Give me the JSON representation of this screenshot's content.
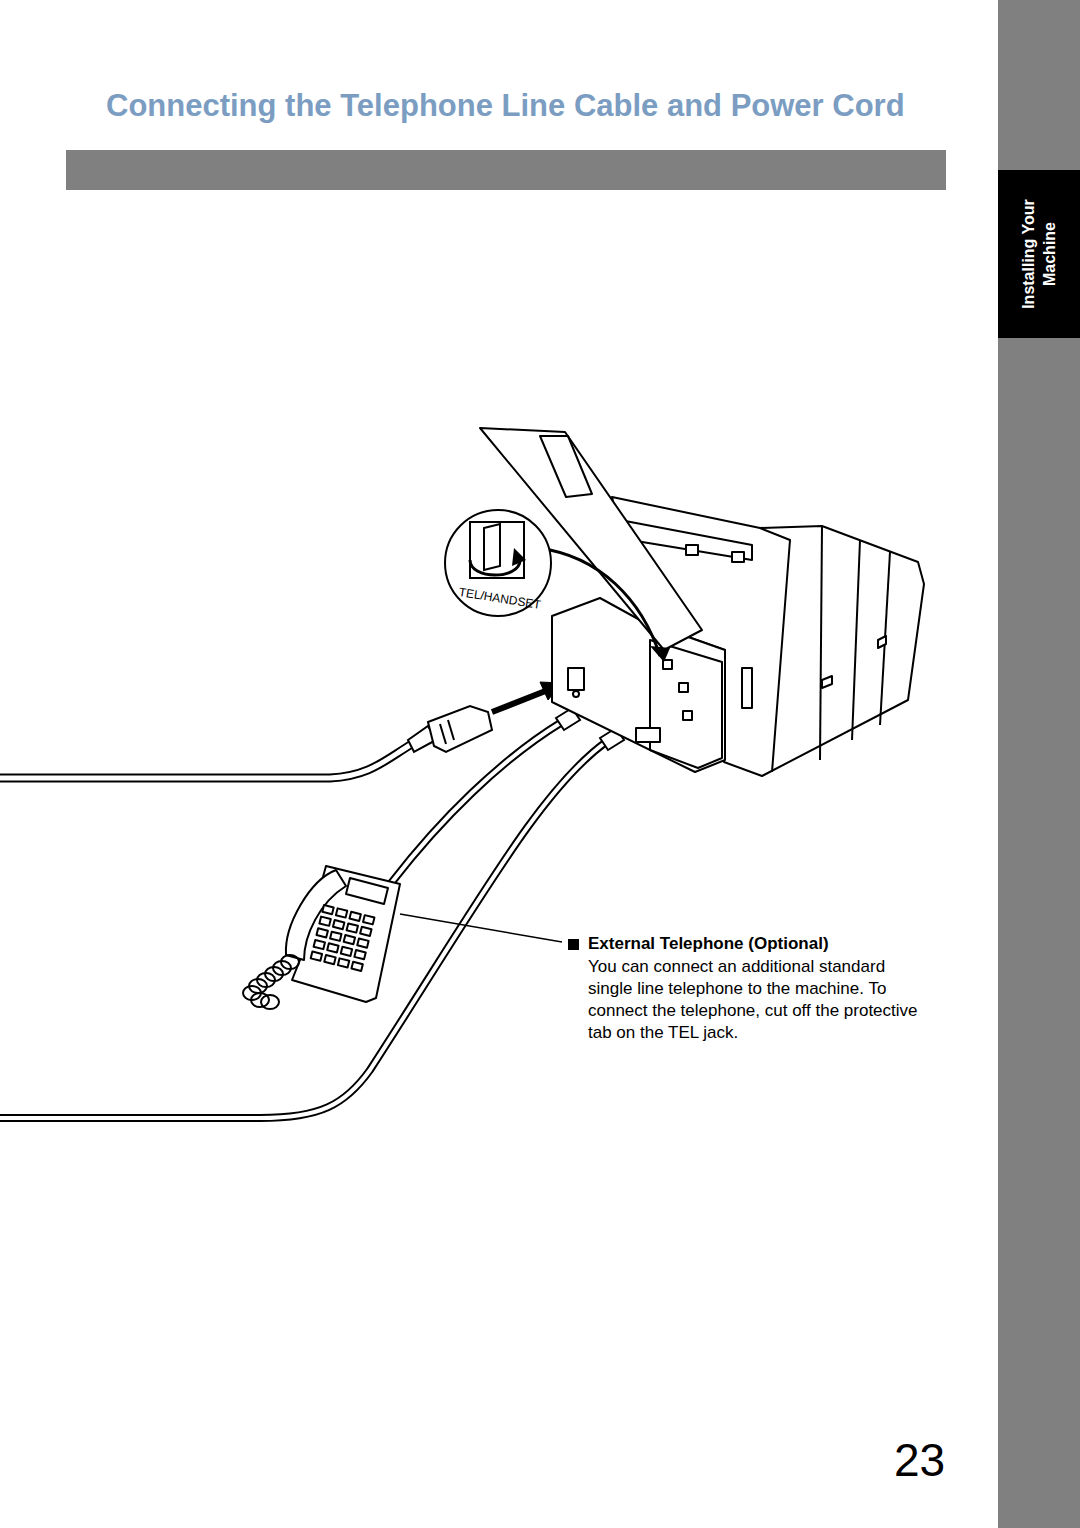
{
  "diagram": {
    "title": "Connecting the Telephone Line Cable and Power Cord",
    "nodes": [
      {
        "text": [
          "Installing Your Machine"
        ]
      }
    ],
    "labels": [
      "TEL/HANDSET",
      "External Telephone (Optional)",
      "You can connect an additional standard single line telephone to the machine. To connect the telephone, cut off the protective tab on the TEL jack.",
      "23"
    ]
  }
}
